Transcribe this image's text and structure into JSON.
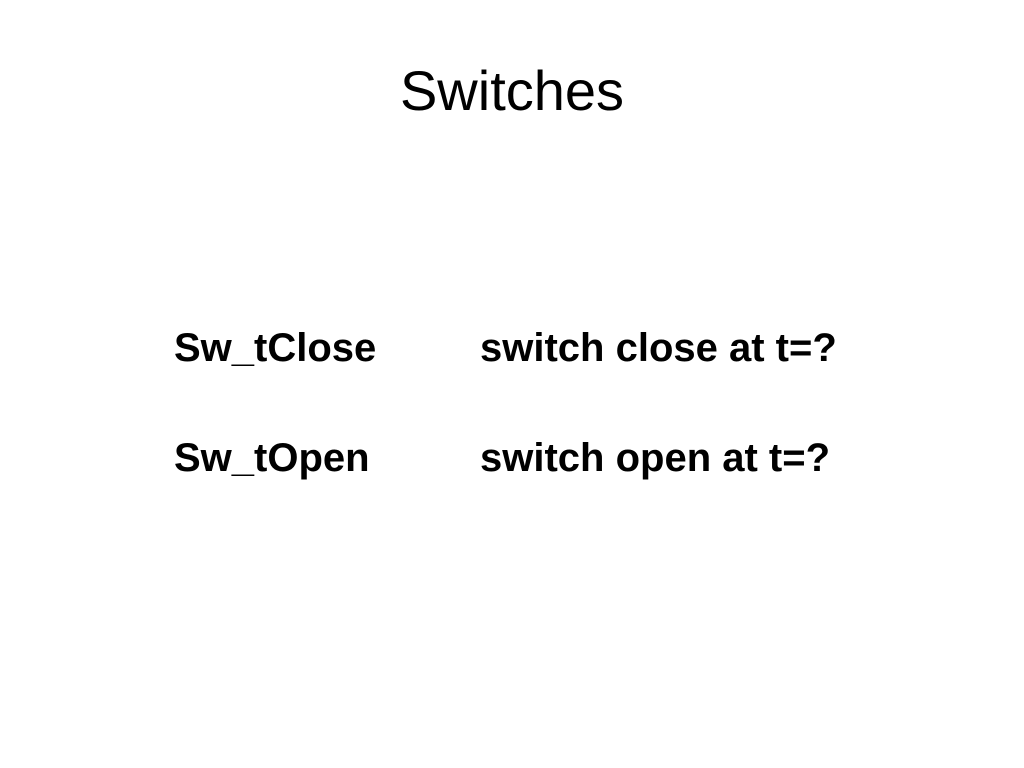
{
  "slide": {
    "title": "Switches",
    "rows": [
      {
        "term": "Sw_tClose",
        "description": "switch close at t=?"
      },
      {
        "term": "Sw_tOpen",
        "description": "switch open at t=?"
      }
    ]
  }
}
